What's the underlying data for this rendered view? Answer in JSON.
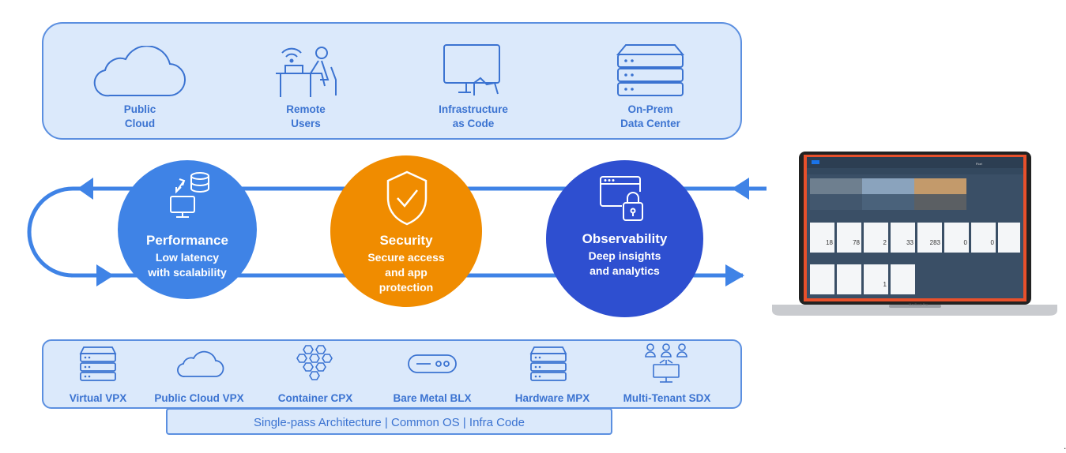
{
  "environments": [
    {
      "label": "Public\nCloud",
      "icon": "cloud-icon"
    },
    {
      "label": "Remote\nUsers",
      "icon": "remote-user-icon"
    },
    {
      "label": "Infrastructure\nas Code",
      "icon": "monitor-touch-icon"
    },
    {
      "label": "On-Prem\nData Center",
      "icon": "server-stack-icon"
    }
  ],
  "pillars": [
    {
      "title": "Performance",
      "subtitle": "Low latency\nwith scalability",
      "color": "#3f83e6",
      "icon": "sync-database-icon"
    },
    {
      "title": "Security",
      "subtitle": "Secure access\nand app\nprotection",
      "color": "#f08c00",
      "icon": "shield-check-icon"
    },
    {
      "title": "Observability",
      "subtitle": "Deep insights\nand analytics",
      "color": "#2e4fd0",
      "icon": "window-lock-icon"
    }
  ],
  "form_factors": [
    {
      "label": "Virtual VPX",
      "icon": "server-icon"
    },
    {
      "label": "Public Cloud VPX",
      "icon": "cloud-icon"
    },
    {
      "label": "Container CPX",
      "icon": "hexagon-cluster-icon"
    },
    {
      "label": "Bare Metal BLX",
      "icon": "pill-switch-icon"
    },
    {
      "label": "Hardware MPX",
      "icon": "server-icon"
    },
    {
      "label": "Multi-Tenant SDX",
      "icon": "multi-user-icon"
    }
  ],
  "footer": "Single-pass Architecture | Common OS | Infra Code",
  "laptop": {
    "caption": "MacBook Pro",
    "screen_title": "Fiori",
    "tile_counts": [
      "18",
      "78",
      "2",
      "33",
      "283",
      "0",
      "0"
    ],
    "tile_counts_row2": [
      "1"
    ]
  },
  "colors": {
    "panel": "#dbe9fb",
    "panel_border": "#5b8fe0",
    "text": "#3b73d1",
    "arrow": "#3f83e6",
    "laptop_frame": "#e8502b"
  }
}
